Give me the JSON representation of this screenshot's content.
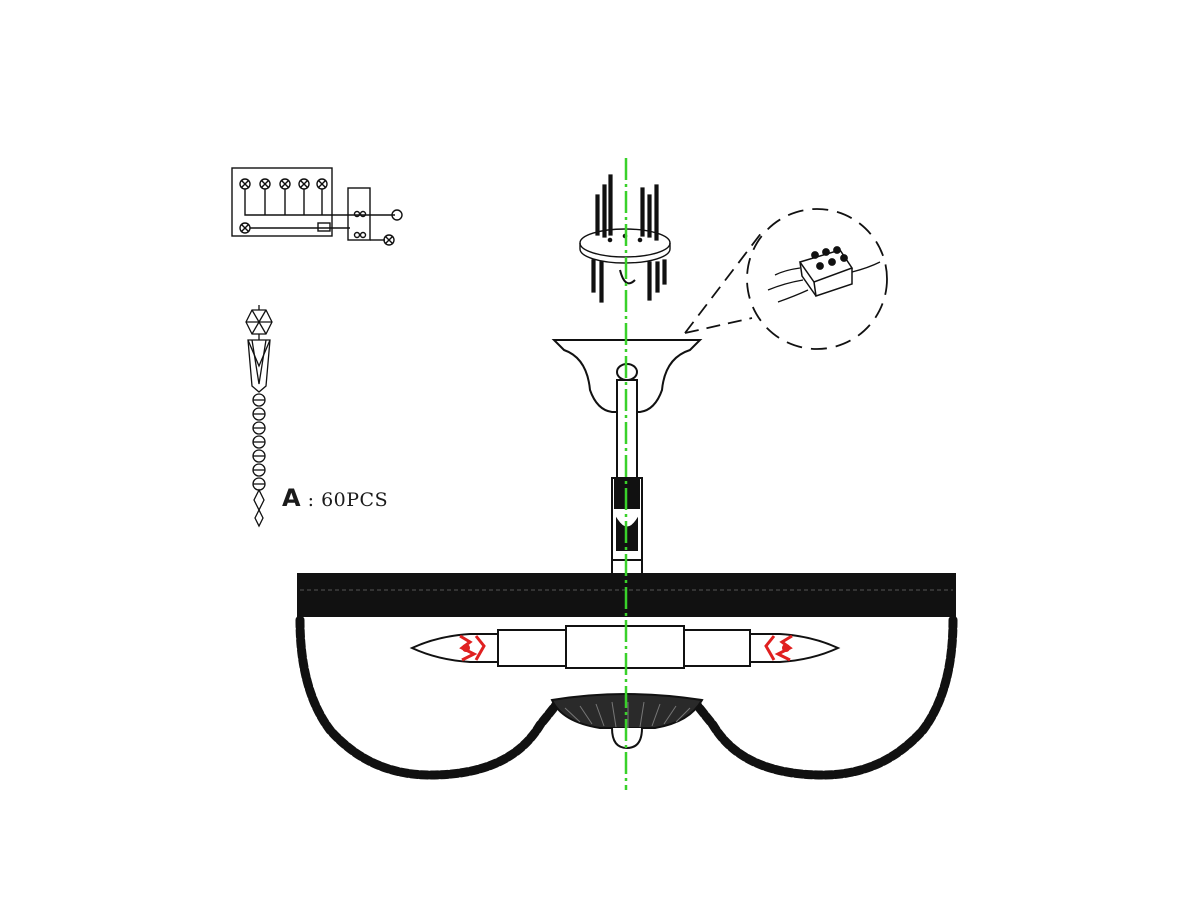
{
  "parts": {
    "crystal_strand": {
      "label_letter": "A",
      "label_separator": ":",
      "label_quantity": "60PCS"
    }
  },
  "colors": {
    "line": "#111111",
    "center_axis": "#39d12a",
    "bulb_filament": "#e02020",
    "background": "#ffffff"
  },
  "icons": [
    "wiring-diagram",
    "crystal-strand",
    "ceiling-canopy",
    "terminal-block-detail",
    "candle-bulb"
  ]
}
